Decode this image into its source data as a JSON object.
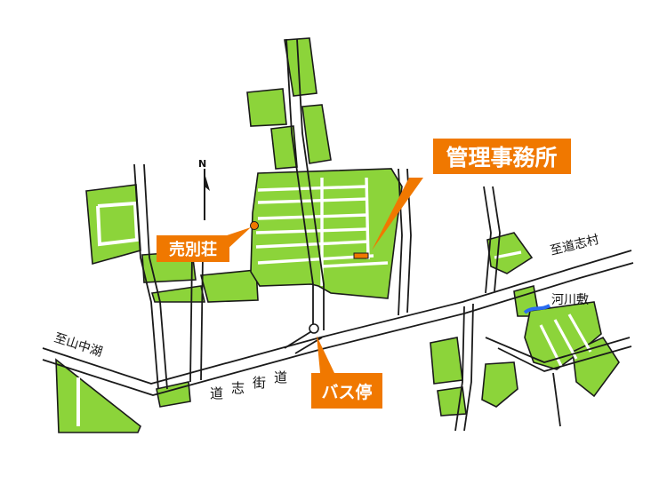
{
  "labels": {
    "office": "管理事務所",
    "villa": "売別荘",
    "bus_stop": "バス停",
    "to_doshi": "至道志村",
    "river": "河川敷",
    "to_yamanakako": "至山中湖",
    "road": [
      "道",
      "志",
      "街",
      "道"
    ],
    "north": "N"
  },
  "colors": {
    "lot_green": "#8cd43a",
    "lot_outline": "#1a1a1a",
    "callout_orange": "#f07800",
    "river_blue": "#2a6cf0",
    "road_background": "#ffffff"
  }
}
